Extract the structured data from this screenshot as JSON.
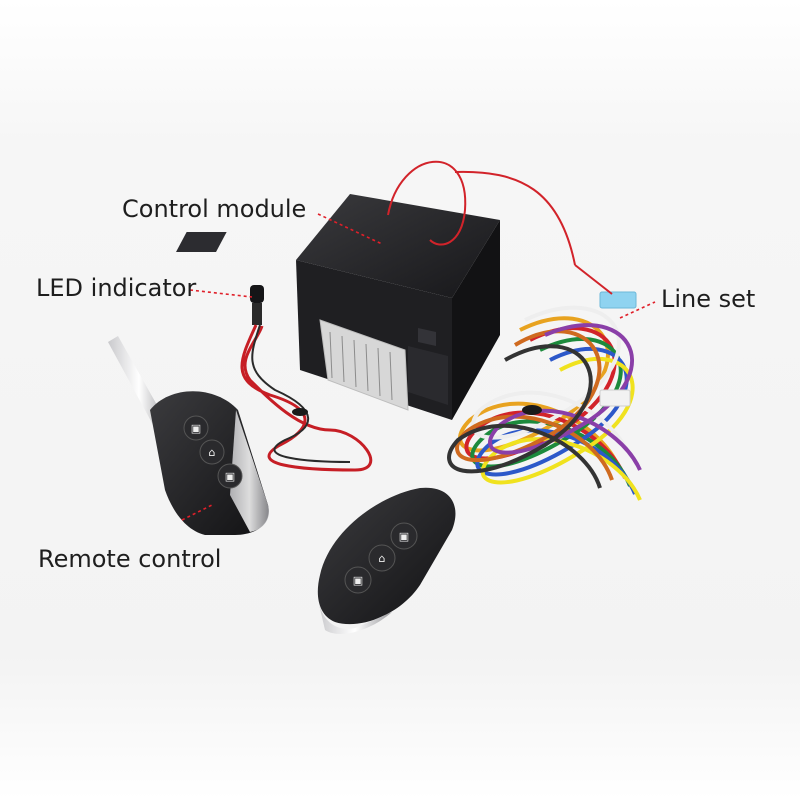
{
  "labels": {
    "control_module": "Control module",
    "led_indicator": "LED indicator",
    "line_set": "Line set",
    "remote_control": "Remote control"
  },
  "colors": {
    "background": "#ffffff",
    "module_body": "#1c1c1e",
    "wire_red": "#d2232a",
    "leader_line": "#e0202a",
    "label_text": "#1e1e1e"
  }
}
